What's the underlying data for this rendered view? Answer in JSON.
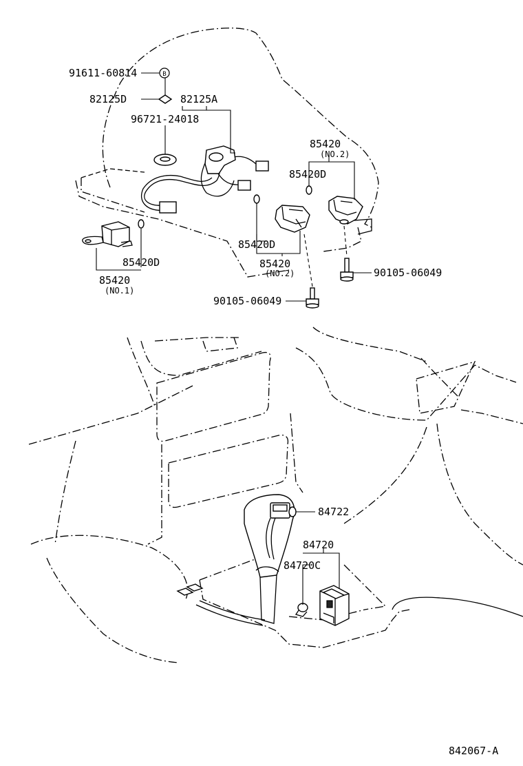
{
  "labels": {
    "p91611": "91611-60814",
    "p82125d": "82125D",
    "p82125a": "82125A",
    "p96721": "96721-24018",
    "p85420_no2_top": "85420",
    "p85420_no2_top_sub": "(NO.2)",
    "p85420d_right": "85420D",
    "p85420d_mid": "85420D",
    "p85420_no2_mid": "85420",
    "p85420_no2_mid_sub": "(NO.2)",
    "p90105_right": "90105-06049",
    "p90105_left": "90105-06049",
    "p85420d_left": "85420D",
    "p85420_no1": "85420",
    "p85420_no1_sub": "(NO.1)",
    "p84722": "84722",
    "p84720": "84720",
    "p84720c": "84720C",
    "bolt_marker": "B"
  },
  "reference": "842067-A"
}
